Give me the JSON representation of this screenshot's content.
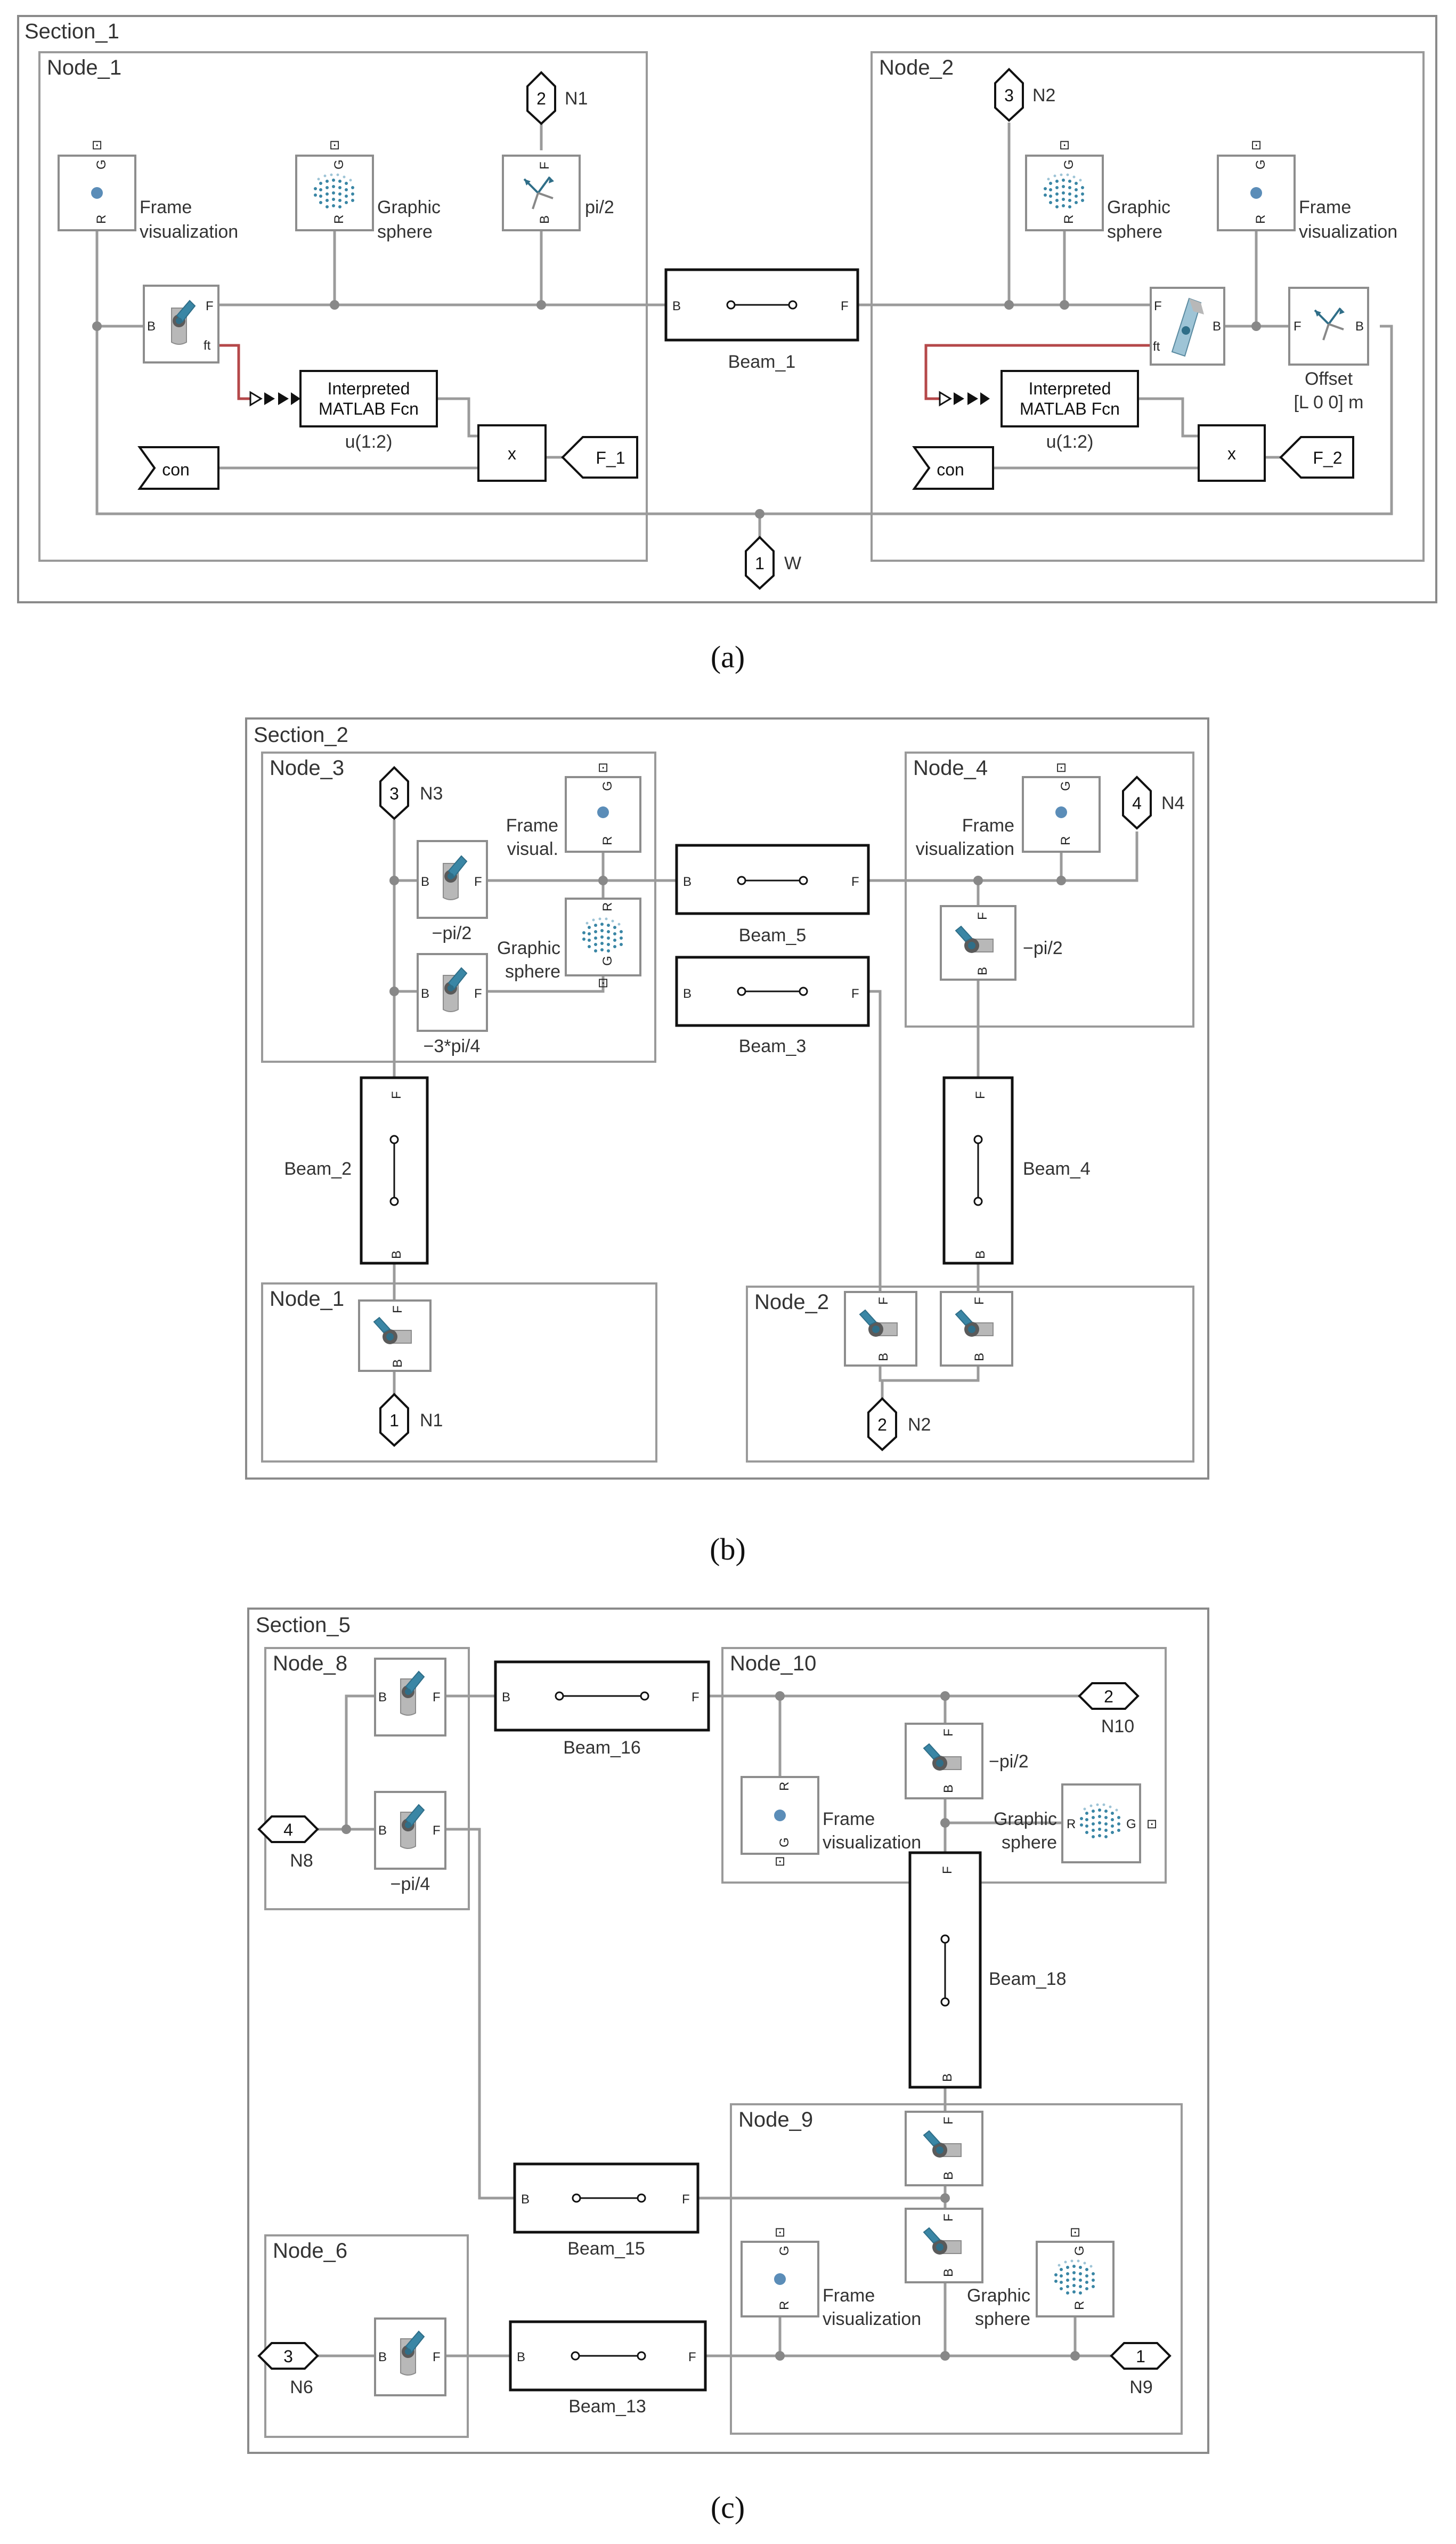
{
  "captions": {
    "a": "(a)",
    "b": "(b)",
    "c": "(c)"
  },
  "colors": {
    "wire": "#9b9b9b",
    "wire_highlight": "#b5484a",
    "frame_dot": "#5b8db8",
    "icon_teal": "#3a86a5"
  },
  "ports": {
    "B": "B",
    "F": "F",
    "R": "R",
    "G": "G",
    "ft": "ft"
  },
  "a": {
    "section": "Section_1",
    "node1": "Node_1",
    "node2": "Node_2",
    "beam": "Beam_1",
    "n1_num": "2",
    "n1_lbl": "N1",
    "n2_num": "3",
    "n2_lbl": "N2",
    "w_num": "1",
    "w_lbl": "W",
    "frame_vis_l1": "Frame",
    "frame_vis_l2": "visualization",
    "graphic_l1": "Graphic",
    "graphic_l2": "sphere",
    "rot1": "pi/2",
    "fcn_l1": "Interpreted",
    "fcn_l2": "MATLAB Fcn",
    "fcn_sub": "u(1:2)",
    "con": "con",
    "mult": "x",
    "f1": "F_1",
    "f2": "F_2",
    "offset_l1": "Offset",
    "offset_l2": "[L 0 0] m"
  },
  "b": {
    "section": "Section_2",
    "node3": "Node_3",
    "node4": "Node_4",
    "node1": "Node_1",
    "node2": "Node_2",
    "n3_num": "3",
    "n3_lbl": "N3",
    "n4_num": "4",
    "n4_lbl": "N4",
    "n1_num": "1",
    "n1_lbl": "N1",
    "n2_num": "2",
    "n2_lbl": "N2",
    "fv_short_l1": "Frame",
    "fv_short_l2": "visual.",
    "fv_l1": "Frame",
    "fv_l2": "visualization",
    "graphic_l1": "Graphic",
    "graphic_l2": "sphere",
    "rot_a": "−pi/2",
    "rot_b": "−3*pi/4",
    "rot_c": "−pi/2",
    "beam5": "Beam_5",
    "beam3": "Beam_3",
    "beam2": "Beam_2",
    "beam4": "Beam_4"
  },
  "c": {
    "section": "Section_5",
    "node8": "Node_8",
    "node10": "Node_10",
    "node9": "Node_9",
    "node6": "Node_6",
    "n8_num": "4",
    "n8_lbl": "N8",
    "n10_num": "2",
    "n10_lbl": "N10",
    "n6_num": "3",
    "n6_lbl": "N6",
    "n9_num": "1",
    "n9_lbl": "N9",
    "beam16": "Beam_16",
    "beam18": "Beam_18",
    "beam15": "Beam_15",
    "beam13": "Beam_13",
    "rot_a": "−pi/4",
    "rot_b": "−pi/2",
    "fv_l1": "Frame",
    "fv_l2": "visualization",
    "graphic_l1": "Graphic",
    "graphic_l2": "sphere"
  }
}
